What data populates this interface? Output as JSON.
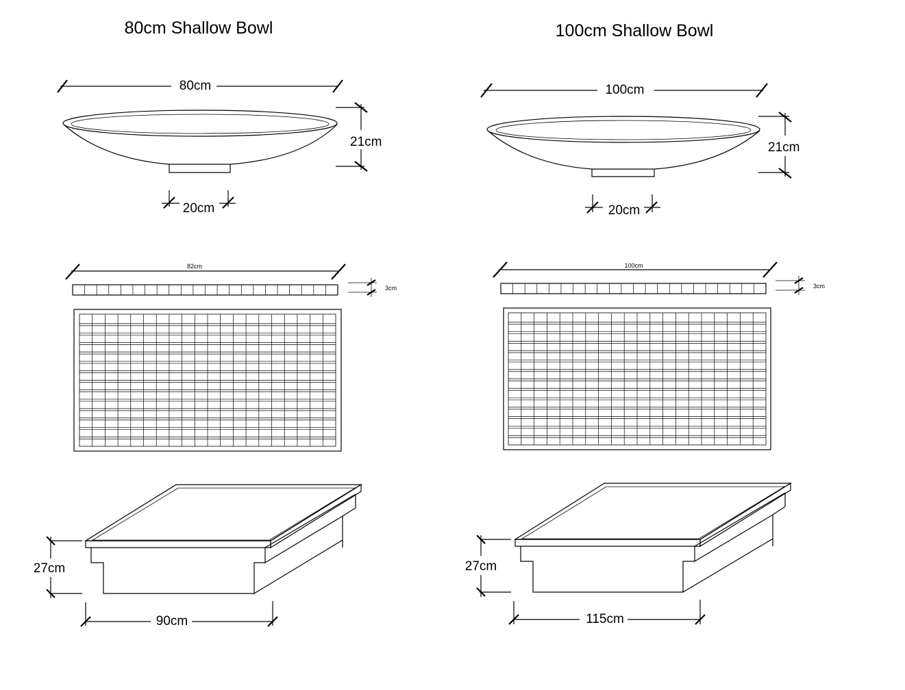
{
  "left": {
    "title": "80cm Shallow Bowl",
    "bowl_width": "80cm",
    "bowl_height": "21cm",
    "base_width": "20cm",
    "grate_width": "82cm",
    "grate_thickness": "3cm",
    "tray_height": "27cm",
    "tray_width": "90cm"
  },
  "right": {
    "title": "100cm Shallow Bowl",
    "bowl_width": "100cm",
    "bowl_height": "21cm",
    "base_width": "20cm",
    "grate_width": "100cm",
    "grate_thickness": "3cm",
    "tray_height": "27cm",
    "tray_width": "115cm"
  }
}
